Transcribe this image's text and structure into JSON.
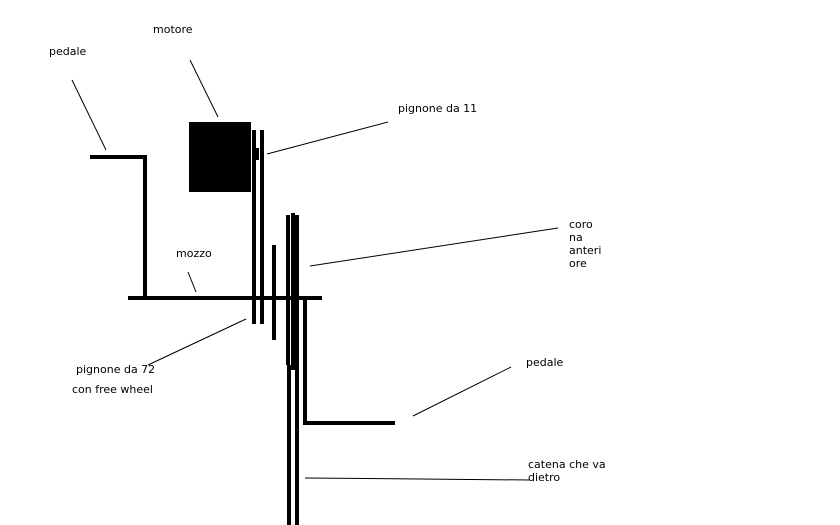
{
  "labels": {
    "pedale_left": "pedale",
    "motore": "motore",
    "pignone_11": "pignone da 11",
    "corona": [
      "coro",
      "na",
      "anteri",
      "ore"
    ],
    "mozzo": "mozzo",
    "pignone_72": [
      "pignone da 72",
      "con free wheel"
    ],
    "pedale_right": "pedale",
    "catena": [
      "catena che va",
      "dietro"
    ]
  },
  "colors": {
    "ink": "#000000",
    "background": "#ffffff"
  }
}
